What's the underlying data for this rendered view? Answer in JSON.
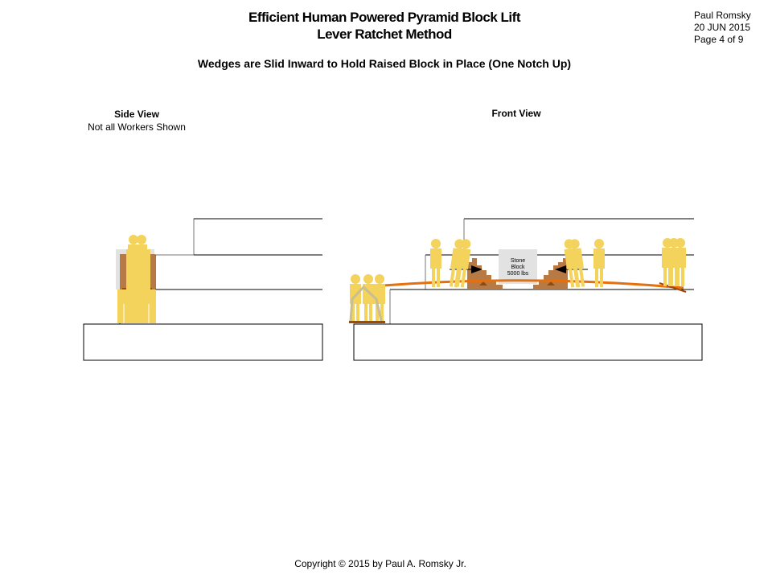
{
  "header": {
    "title_line1": "Efficient Human Powered Pyramid Block Lift",
    "title_line2": "Lever Ratchet Method",
    "author": "Paul Romsky",
    "date": "20 JUN 2015",
    "page": "Page 4 of 9",
    "subtitle": "Wedges are Slid Inward to Hold Raised Block in Place (One Notch Up)"
  },
  "side_view": {
    "title": "Side View",
    "note": "Not all Workers Shown"
  },
  "front_view": {
    "title": "Front View",
    "block_label": [
      "Stone",
      "Block",
      "5000 lbs"
    ]
  },
  "footer": {
    "copyright": "Copyright © 2015 by Paul A. Romsky Jr."
  },
  "colors": {
    "worker": "#f3d35c",
    "wedge": "#b87a44",
    "lever": "#e5700f",
    "block": "#e2e2e2"
  }
}
